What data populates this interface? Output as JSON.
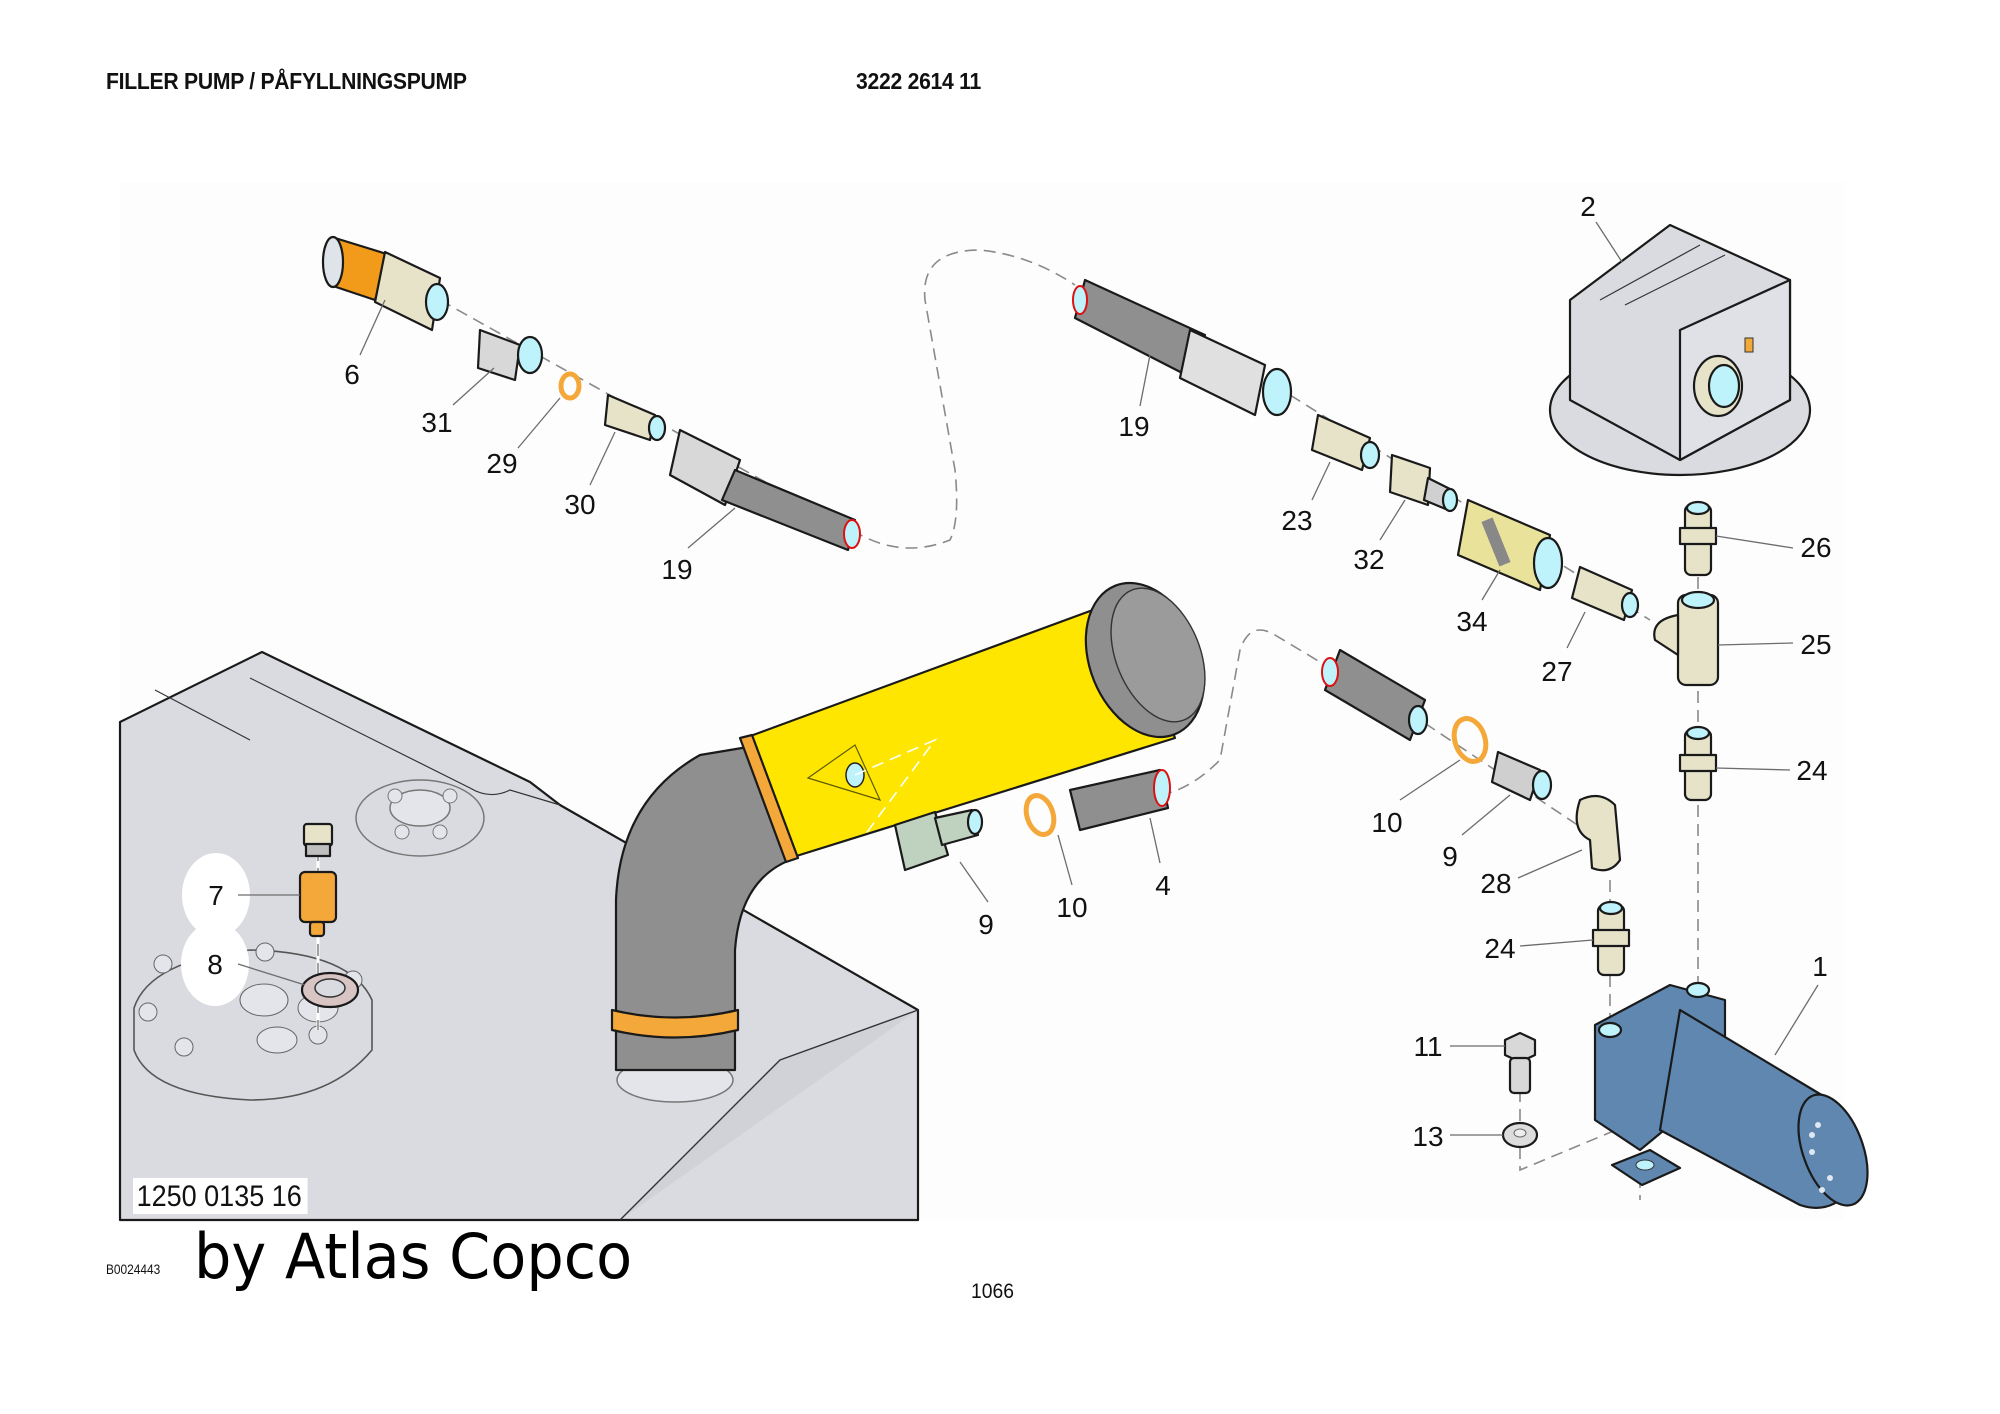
{
  "header": {
    "title": "FILLER PUMP / PÅFYLLNINGSPUMP",
    "part_number": "3222 2614 11"
  },
  "diagram": {
    "tank_reference": "1250 0135 16",
    "drawing_number": "B0024443",
    "watermark": "by Atlas Copco",
    "page_number": "1066",
    "callouts": [
      {
        "id": "c1",
        "label": "1",
        "part": "pump-motor"
      },
      {
        "id": "c2",
        "label": "2",
        "part": "pressure-switch-box"
      },
      {
        "id": "c4",
        "label": "4",
        "part": "hose-short"
      },
      {
        "id": "c6",
        "label": "6",
        "part": "suction-strainer"
      },
      {
        "id": "c7",
        "label": "7",
        "part": "level-sensor",
        "highlighted": true
      },
      {
        "id": "c8",
        "label": "8",
        "part": "sealing-washer",
        "highlighted": true
      },
      {
        "id": "c9a",
        "label": "9",
        "part": "hose-nipple-tube"
      },
      {
        "id": "c9b",
        "label": "9",
        "part": "hose-nipple-elbow"
      },
      {
        "id": "c10a",
        "label": "10",
        "part": "hose-clamp-tube"
      },
      {
        "id": "c10b",
        "label": "10",
        "part": "hose-clamp-right"
      },
      {
        "id": "c11",
        "label": "11",
        "part": "bolt"
      },
      {
        "id": "c13",
        "label": "13",
        "part": "washer"
      },
      {
        "id": "c19a",
        "label": "19",
        "part": "hose-assembly-left"
      },
      {
        "id": "c19b",
        "label": "19",
        "part": "hose-assembly-right"
      },
      {
        "id": "c23",
        "label": "23",
        "part": "adapter-nipple"
      },
      {
        "id": "c24a",
        "label": "24",
        "part": "nipple-upper"
      },
      {
        "id": "c24b",
        "label": "24",
        "part": "nipple-lower"
      },
      {
        "id": "c25",
        "label": "25",
        "part": "tee-fitting"
      },
      {
        "id": "c26",
        "label": "26",
        "part": "nipple-top"
      },
      {
        "id": "c27",
        "label": "27",
        "part": "nipple-tee-inlet"
      },
      {
        "id": "c28",
        "label": "28",
        "part": "elbow"
      },
      {
        "id": "c29",
        "label": "29",
        "part": "o-ring"
      },
      {
        "id": "c30",
        "label": "30",
        "part": "adapter"
      },
      {
        "id": "c31",
        "label": "31",
        "part": "reducer"
      },
      {
        "id": "c32",
        "label": "32",
        "part": "quick-coupling-plug"
      },
      {
        "id": "c34",
        "label": "34",
        "part": "quick-coupling-socket"
      }
    ]
  },
  "colors": {
    "tank": "#d9dbe0",
    "filler_tube": "#ffe600",
    "hose": "#8f8f8f",
    "fitting": "#e6e3c8",
    "pump": "#5f87b0",
    "clamp": "#f5a83a",
    "strainer": "#f29b1a",
    "bore": "#bff3fb"
  }
}
